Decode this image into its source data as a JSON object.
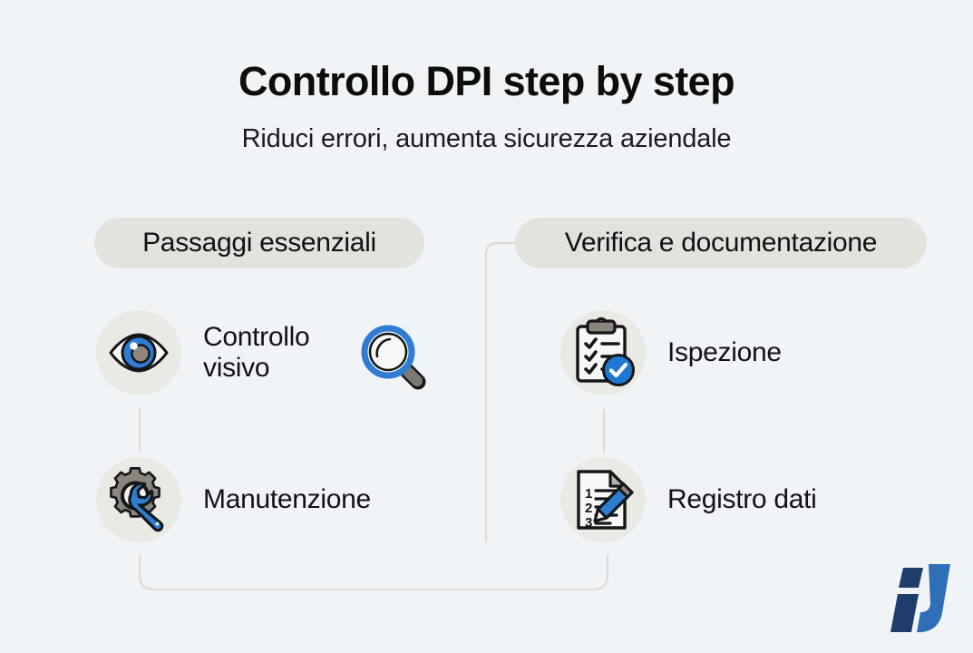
{
  "page": {
    "background_color": "#f1f4f7",
    "title": "Controllo DPI step by step",
    "subtitle": "Riduci errori, aumenta sicurezza aziendale"
  },
  "colors": {
    "background": "#f1f4f7",
    "pill_background": "#e4e2dd",
    "icon_disc_background": "#ebe9e4",
    "connector_line": "#dcdcdc",
    "text_primary": "#111114",
    "accent_blue": "#2e7dd1",
    "badge_blue": "#1f77cf",
    "gear_gray": "#8b857c",
    "logo_navy": "#1e3d6b",
    "logo_blue": "#2e6fb7"
  },
  "columns": [
    {
      "id": "left",
      "header": "Passaggi essenziali",
      "steps": [
        {
          "label": "Controllo\nvisivo",
          "icon": "eye-icon",
          "extra_icon": "magnifier-icon"
        },
        {
          "label": "Manutenzione",
          "icon": "gear-wrench-icon",
          "extra_icon": null
        }
      ]
    },
    {
      "id": "right",
      "header": "Verifica e documentazione",
      "steps": [
        {
          "label": "Ispezione",
          "icon": "clipboard-check-icon",
          "extra_icon": null
        },
        {
          "label": "Registro dati",
          "icon": "document-pencil-icon",
          "extra_icon": null
        }
      ]
    }
  ],
  "logo": {
    "name": "brand-logo",
    "colors": [
      "#1e3d6b",
      "#2e6fb7"
    ]
  }
}
